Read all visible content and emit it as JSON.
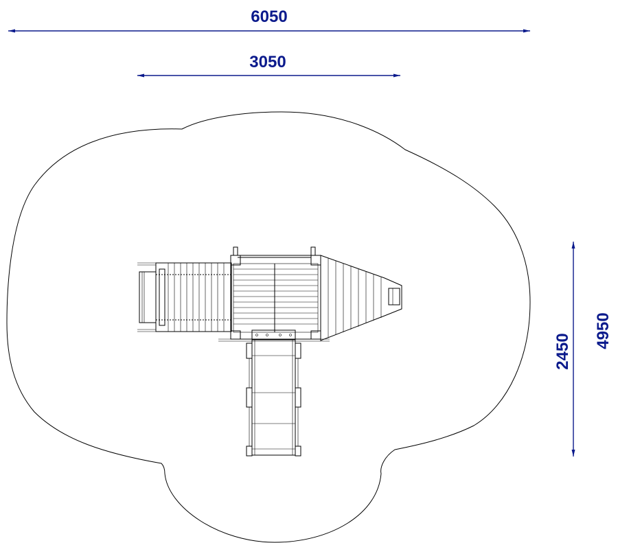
{
  "dimensions": {
    "overall_width": "6050",
    "structure_width": "3050",
    "structure_depth": "2450",
    "overall_depth": "4950"
  },
  "colors": {
    "dimension": "#0b1a8c",
    "outline": "#000000",
    "background": "#ffffff"
  }
}
